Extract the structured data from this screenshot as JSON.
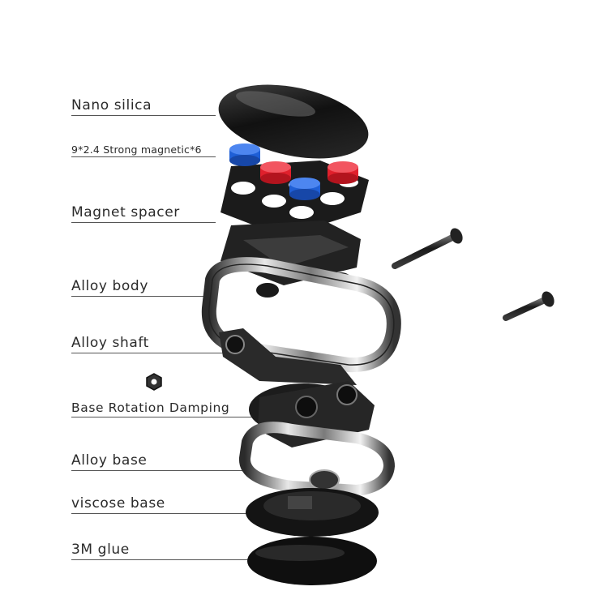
{
  "labels": [
    {
      "id": "nano-silica",
      "text": "Nano silica"
    },
    {
      "id": "strong-magnetic",
      "text": "9*2.4 Strong magnetic*6"
    },
    {
      "id": "magnet-spacer",
      "text": "Magnet spacer"
    },
    {
      "id": "alloy-body",
      "text": "Alloy body"
    },
    {
      "id": "alloy-shaft",
      "text": "Alloy shaft"
    },
    {
      "id": "base-rotation-damping",
      "text": "Base Rotation Damping"
    },
    {
      "id": "alloy-base",
      "text": "Alloy base"
    },
    {
      "id": "viscose-base",
      "text": "viscose base"
    },
    {
      "id": "3m-glue",
      "text": "3M glue"
    }
  ],
  "colors": {
    "magnet_blue": "#1f5fd6",
    "magnet_red": "#e0202c",
    "part_dark": "#1a1a1a",
    "metal_light": "#cfcfcf"
  }
}
